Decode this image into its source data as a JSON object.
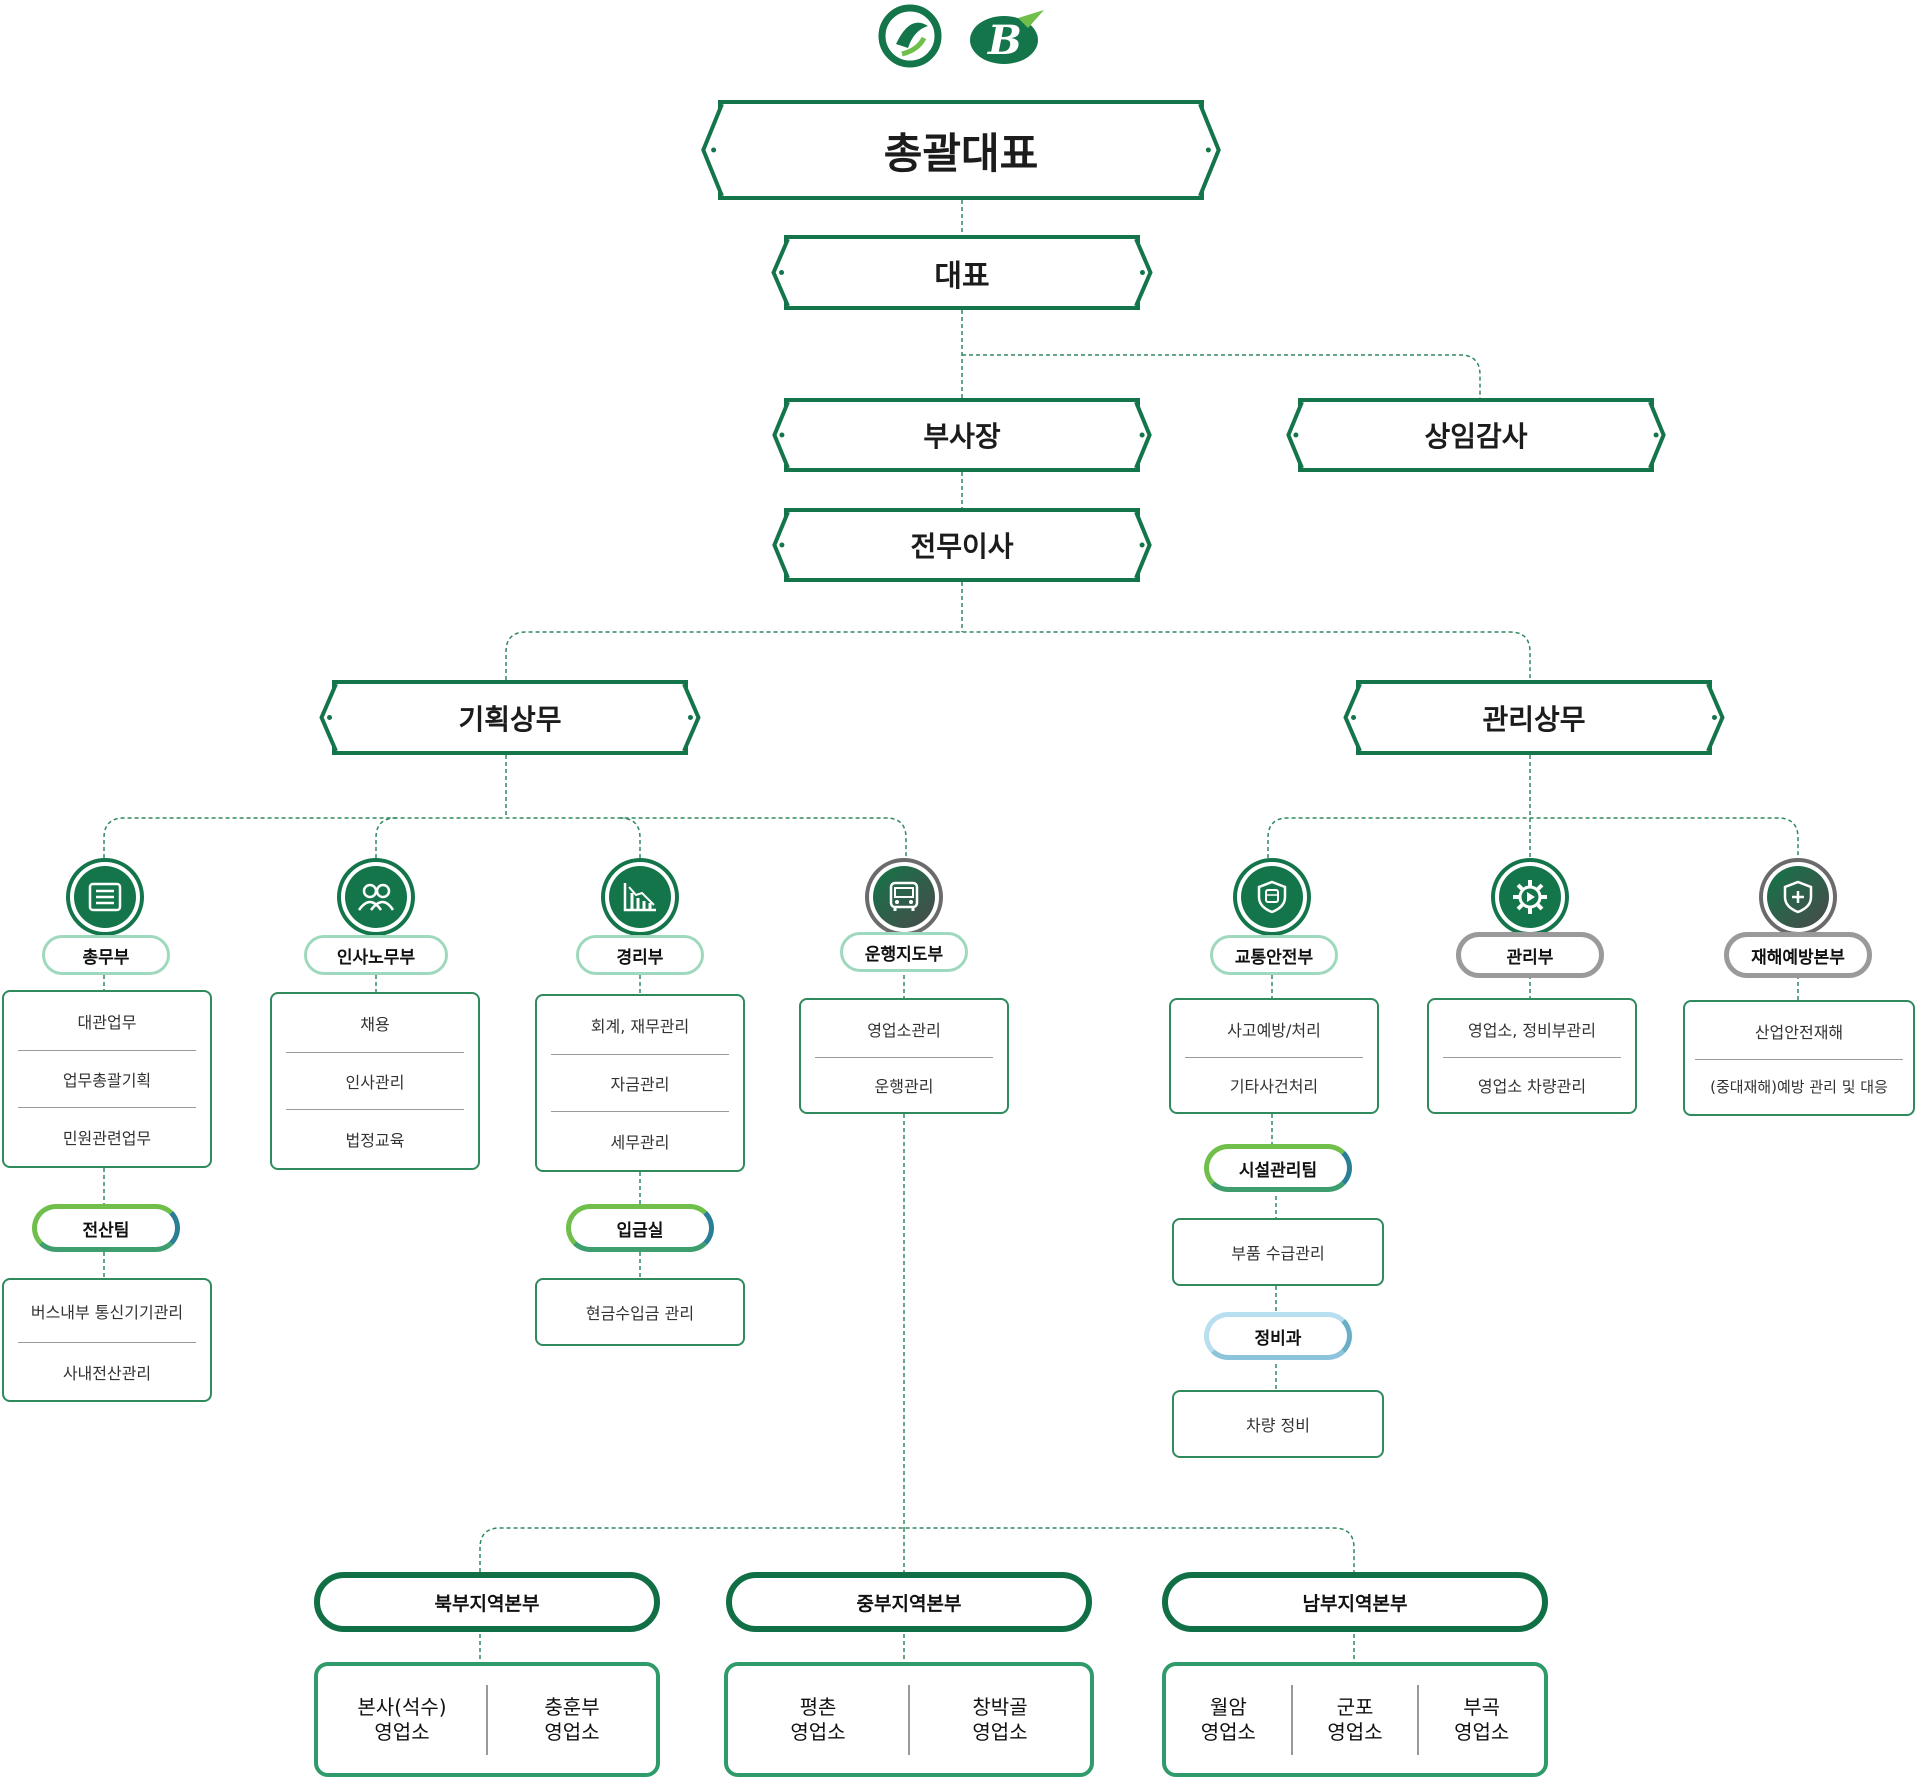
{
  "executives": {
    "ceo": "총괄대표",
    "rep": "대표",
    "vp": "부사장",
    "auditor": "상임감사",
    "director": "전무이사"
  },
  "divisions": {
    "planning": "기획상무",
    "management": "관리상무"
  },
  "departments": {
    "general": {
      "name": "총무부",
      "icon": "document-list-icon",
      "tasks": [
        "대관업무",
        "업무총괄기획",
        "민원관련업무"
      ]
    },
    "hr": {
      "name": "인사노무부",
      "icon": "people-icon",
      "tasks": [
        "채용",
        "인사관리",
        "법정교육"
      ]
    },
    "finance": {
      "name": "경리부",
      "icon": "bar-chart-icon",
      "tasks": [
        "회계, 재무관리",
        "자금관리",
        "세무관리"
      ]
    },
    "operations": {
      "name": "운행지도부",
      "icon": "bus-icon",
      "tasks": [
        "영업소관리",
        "운행관리"
      ]
    },
    "safety": {
      "name": "교통안전부",
      "icon": "shield-bus-icon",
      "tasks": [
        "사고예방/처리",
        "기타사건처리"
      ]
    },
    "admin": {
      "name": "관리부",
      "icon": "gear-icon",
      "tasks": [
        "영업소, 정비부관리",
        "영업소 차량관리"
      ]
    },
    "disaster": {
      "name": "재해예방본부",
      "icon": "shield-plus-icon",
      "tasks": [
        "산업안전재해",
        "(중대재해)예방 관리 및 대응"
      ]
    }
  },
  "teams": {
    "it": {
      "name": "전산팀",
      "tasks": [
        "버스내부 통신기기관리",
        "사내전산관리"
      ]
    },
    "cashroom": {
      "name": "입금실",
      "tasks": [
        "현금수입금 관리"
      ]
    },
    "facility": {
      "name": "시설관리팀",
      "tasks": [
        "부품 수급관리"
      ]
    },
    "maintenance": {
      "name": "정비과",
      "tasks": [
        "차량 정비"
      ]
    }
  },
  "regions": [
    {
      "name": "북부지역본부",
      "branches": [
        [
          "본사(석수)",
          "영업소"
        ],
        [
          "충훈부",
          "영업소"
        ]
      ]
    },
    {
      "name": "중부지역본부",
      "branches": [
        [
          "평촌",
          "영업소"
        ],
        [
          "창박골",
          "영업소"
        ]
      ]
    },
    {
      "name": "남부지역본부",
      "branches": [
        [
          "월암",
          "영업소"
        ],
        [
          "군포",
          "영업소"
        ],
        [
          "부곡",
          "영업소"
        ]
      ]
    }
  ],
  "colors": {
    "primary": "#137549",
    "accent": "#6fbf4a",
    "teal": "#2a7f96",
    "gray": "#9a9a9a"
  }
}
